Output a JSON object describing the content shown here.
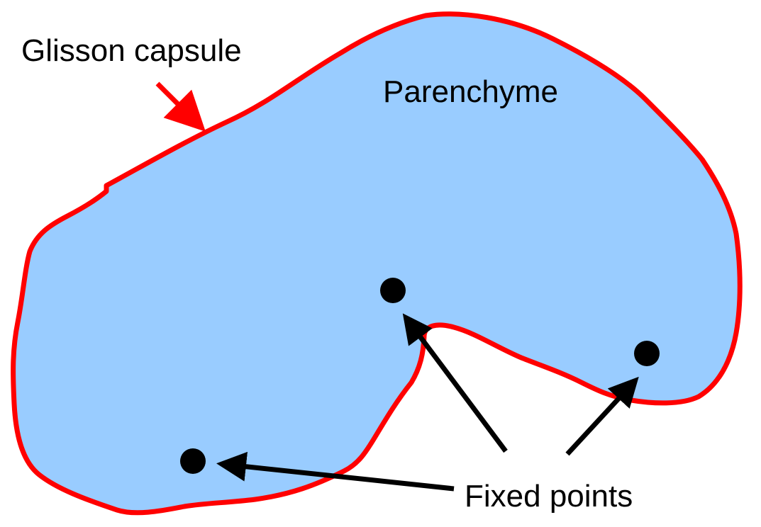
{
  "labels": {
    "capsule": "Glisson capsule",
    "parenchyme": "Parenchyme",
    "fixed_points": "Fixed points"
  },
  "colors": {
    "organ_fill": "#99ccff",
    "capsule_stroke": "#ff0000",
    "capsule_arrow": "#ff0000",
    "fixed_point": "#000000",
    "fixed_point_arrow": "#000000",
    "background": "#ffffff"
  }
}
